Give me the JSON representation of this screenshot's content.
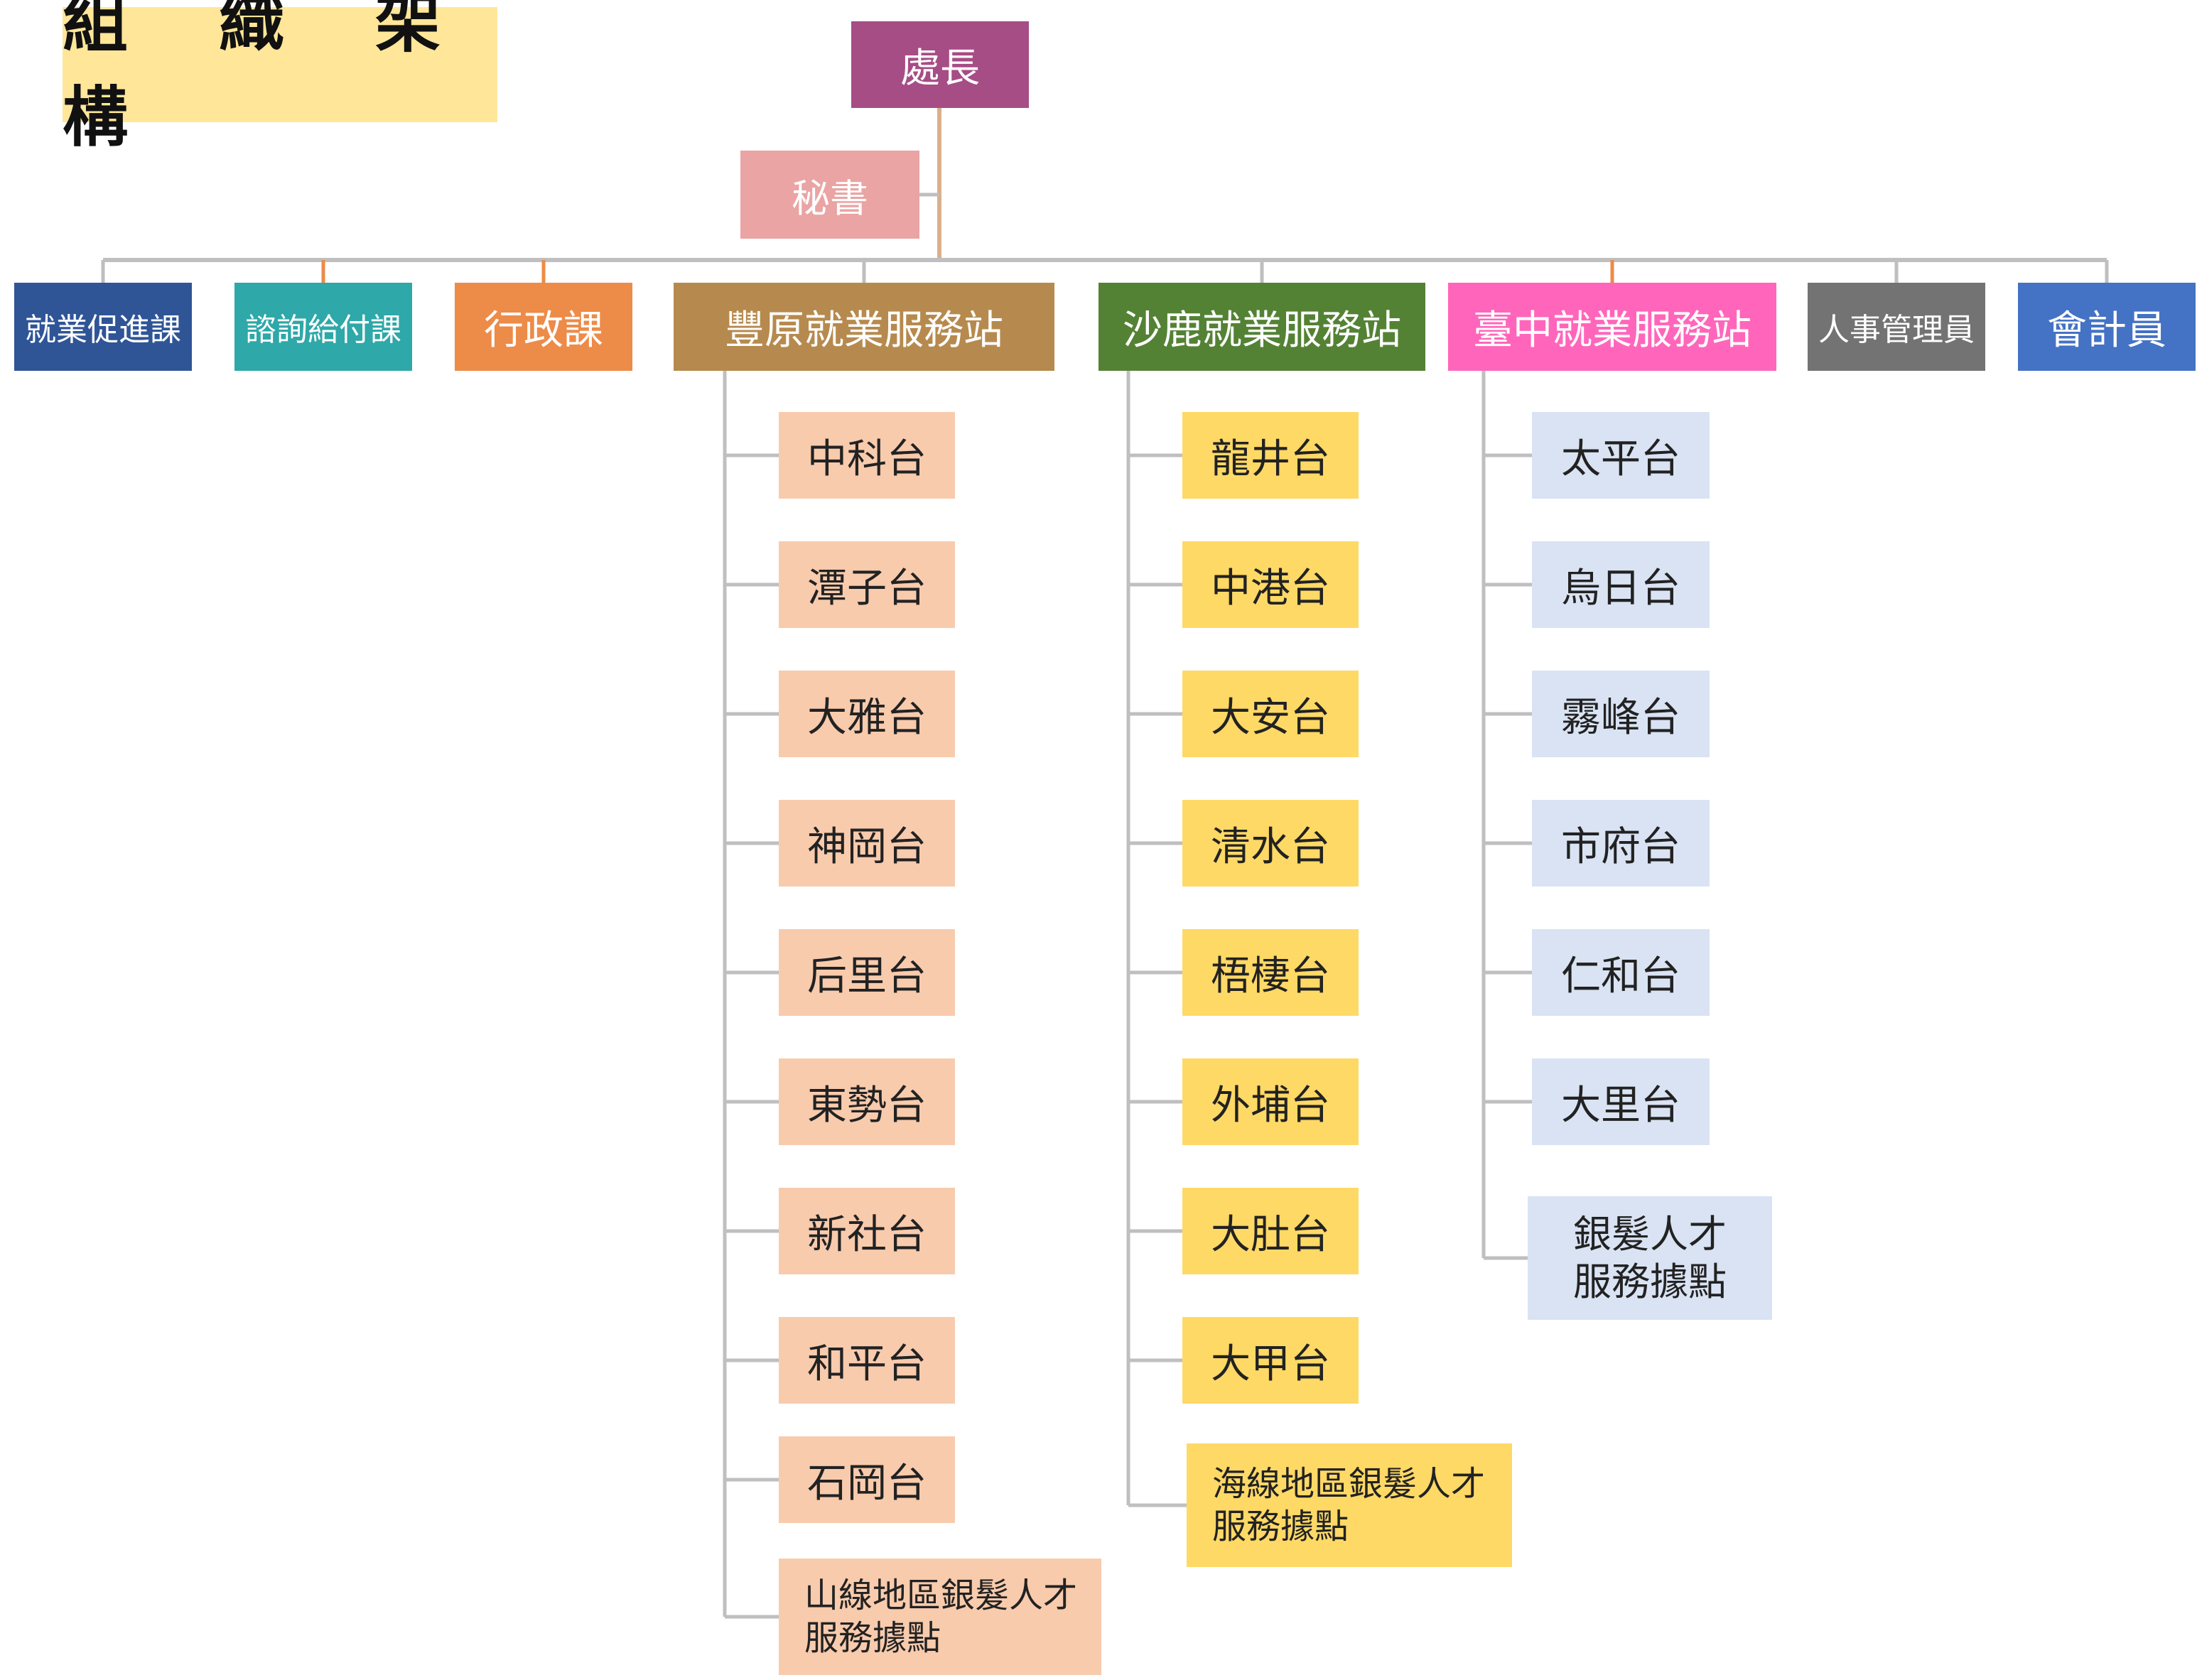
{
  "title": "組 織 架 構",
  "director": "處長",
  "secretary": "秘書",
  "top_units": [
    {
      "label": "就業促進課",
      "color": "#2F5597"
    },
    {
      "label": "諮詢給付課",
      "color": "#2EA8A8"
    },
    {
      "label": "行政課",
      "color": "#ED8B48"
    },
    {
      "label": "豐原就業服務站",
      "color": "#B68A4E"
    },
    {
      "label": "沙鹿就業服務站",
      "color": "#548235"
    },
    {
      "label": "臺中就業服務站",
      "color": "#FF66BB"
    },
    {
      "label": "人事管理員",
      "color": "#737373"
    },
    {
      "label": "會計員",
      "color": "#4472C4"
    }
  ],
  "branches": {
    "fengyuan": {
      "items": [
        "中科台",
        "潭子台",
        "大雅台",
        "神岡台",
        "后里台",
        "東勢台",
        "新社台",
        "和平台",
        "石岡台"
      ],
      "silver": "山線地區銀髮人才服務據點",
      "color": "#F8CBAD"
    },
    "shalu": {
      "items": [
        "龍井台",
        "中港台",
        "大安台",
        "清水台",
        "梧棲台",
        "外埔台",
        "大肚台",
        "大甲台"
      ],
      "silver": "海線地區銀髮人才服務據點",
      "color": "#FFD966"
    },
    "taichung": {
      "items": [
        "太平台",
        "烏日台",
        "霧峰台",
        "市府台",
        "仁和台",
        "大里台"
      ],
      "silver": "銀髮人才服務據點",
      "color": "#DAE3F3"
    }
  },
  "colors": {
    "title_bg": "#FFE699",
    "director": "#A64D86",
    "secretary": "#EAA4A4",
    "connector": "#BFBFBF",
    "connector_accent": "#ED8B48",
    "director_line": "#D9B08C"
  }
}
